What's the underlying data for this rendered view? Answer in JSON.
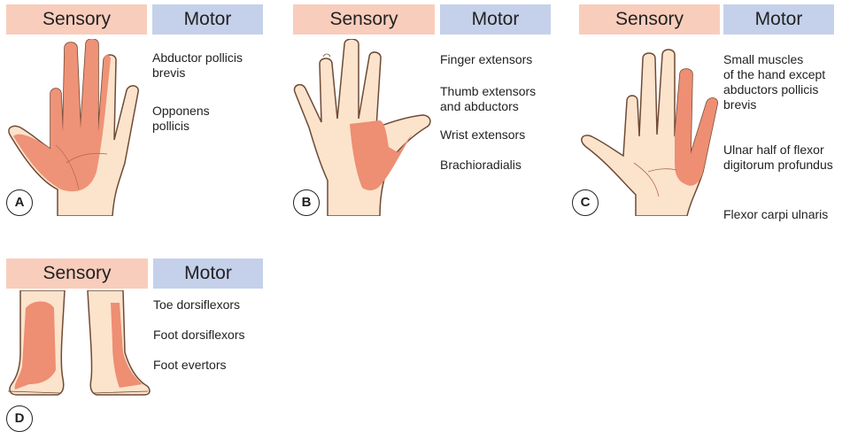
{
  "colors": {
    "sensory": "#f9cdbc",
    "motor": "#c5d1ea",
    "skin": "#fbe3cc",
    "shade": "#ee8e73",
    "outline": "#6e4b36"
  },
  "panels": [
    {
      "label": "A",
      "sensory": "Sensory",
      "motor": "Motor",
      "motor_items": [
        "Abductor pollicis\nbrevis",
        "Opponens\npollicis"
      ]
    },
    {
      "label": "B",
      "sensory": "Sensory",
      "motor": "Motor",
      "motor_items": [
        "Finger extensors",
        "Thumb extensors\nand abductors",
        "Wrist extensors",
        "Brachioradialis"
      ]
    },
    {
      "label": "C",
      "sensory": "Sensory",
      "motor": "Motor",
      "motor_items": [
        "Small muscles\nof the hand except\nabductors pollicis\nbrevis",
        "Ulnar half of flexor\ndigitorum profundus",
        "Flexor carpi ulnaris"
      ]
    },
    {
      "label": "D",
      "sensory": "Sensory",
      "motor": "Motor",
      "motor_items": [
        "Toe dorsiflexors",
        "Foot dorsiflexors",
        "Foot evertors"
      ]
    }
  ]
}
